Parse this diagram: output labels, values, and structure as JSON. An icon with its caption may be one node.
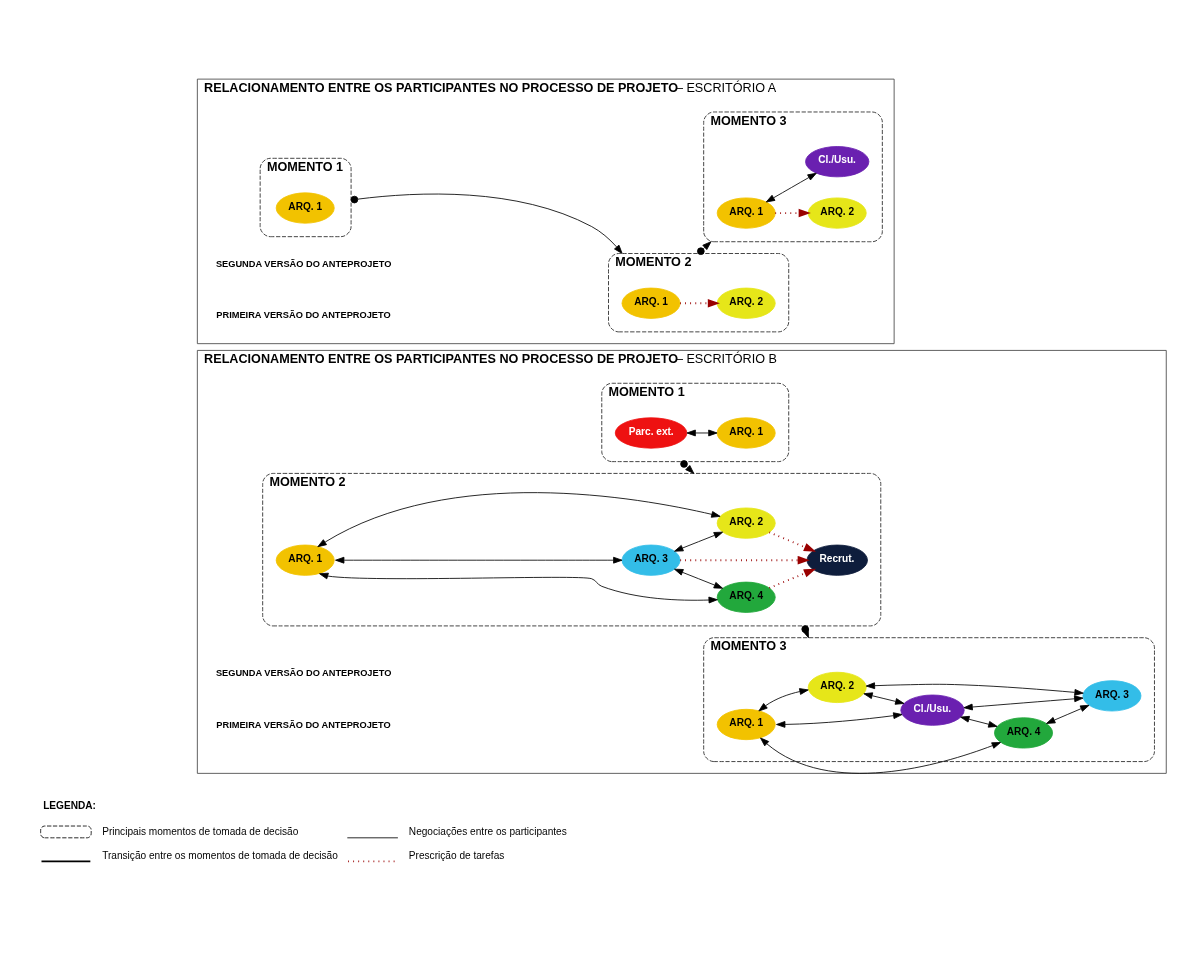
{
  "diagram": {
    "nodes": [
      {
        "text": [
          "**RELACIONAMENTO ENTRE OS PARTICIPANTES NO PROCESSO DE PROJETO**– ESCRITÓRIO A"
        ]
      },
      {
        "text": [
          "MOMENTO 1"
        ],
        "in": 0
      },
      {
        "text": [
          "ARQ. 1"
        ],
        "in": 1
      },
      {
        "text": [
          "MOMENTO 2"
        ],
        "in": 0
      },
      {
        "text": [
          "ARQ. 1"
        ],
        "in": 3
      },
      {
        "text": [
          "ARQ. 2"
        ],
        "in": 3
      },
      {
        "text": [
          "MOMENTO 3"
        ],
        "in": 0
      },
      {
        "text": [
          "ARQ. 1"
        ],
        "in": 6
      },
      {
        "text": [
          "ARQ. 2"
        ],
        "in": 6
      },
      {
        "text": [
          "Cl./Usu."
        ],
        "in": 6
      },
      {
        "text": [
          "**RELACIONAMENTO ENTRE OS PARTICIPANTES NO PROCESSO DE PROJETO**– ESCRITÓRIO B"
        ]
      },
      {
        "text": [
          "MOMENTO 1"
        ],
        "in": 10
      },
      {
        "text": [
          "Parc. ext."
        ],
        "in": 11
      },
      {
        "text": [
          "ARQ. 1"
        ],
        "in": 11
      },
      {
        "text": [
          "MOMENTO 2"
        ],
        "in": 10
      },
      {
        "text": [
          "ARQ. 2"
        ],
        "in": 14
      },
      {
        "text": [
          "ARQ. 1"
        ],
        "in": 14
      },
      {
        "text": [
          "ARQ. 3"
        ],
        "in": 14
      },
      {
        "text": [
          "Recrut."
        ],
        "in": 14
      },
      {
        "text": [
          "ARQ. 4"
        ],
        "in": 14
      },
      {
        "text": [
          "MOMENTO 3"
        ],
        "in": 10
      },
      {
        "text": [
          "ARQ. 2"
        ],
        "in": 20
      },
      {
        "text": [
          "Cl./Usu."
        ],
        "in": 20
      },
      {
        "text": [
          "ARQ. 1"
        ],
        "in": 20
      },
      {
        "text": [
          "ARQ. 3"
        ],
        "in": 20
      },
      {
        "text": [
          "ARQ. 4"
        ],
        "in": 20
      }
    ],
    "edges": [
      {
        "from": 1,
        "to": 3,
        "arrow": "to"
      },
      {
        "from": 4,
        "to": 5,
        "arrow": "to",
        "style": "dashed",
        "color": "#990000"
      },
      {
        "from": 3,
        "to": 6,
        "arrow": "to"
      },
      {
        "from": 7,
        "to": 8,
        "arrow": "to",
        "style": "dashed",
        "color": "#990000"
      },
      {
        "from": 7,
        "to": 9,
        "arrow": "both"
      },
      {
        "from": 11,
        "to": 14,
        "arrow": "to"
      },
      {
        "from": 12,
        "to": 13,
        "arrow": "both"
      },
      {
        "from": 16,
        "to": 15,
        "arrow": "both"
      },
      {
        "from": 16,
        "to": 17,
        "arrow": "both"
      },
      {
        "from": 16,
        "to": 19,
        "arrow": "both"
      },
      {
        "from": 17,
        "to": 15,
        "arrow": "both"
      },
      {
        "from": 17,
        "to": 19,
        "arrow": "both"
      },
      {
        "from": 15,
        "to": 18,
        "arrow": "to",
        "style": "dashed",
        "color": "#990000"
      },
      {
        "from": 17,
        "to": 18,
        "arrow": "to",
        "style": "dashed",
        "color": "#990000"
      },
      {
        "from": 19,
        "to": 18,
        "arrow": "to",
        "style": "dashed",
        "color": "#990000"
      },
      {
        "from": 14,
        "to": 20,
        "arrow": "to"
      },
      {
        "from": 23,
        "to": 21,
        "arrow": "both"
      },
      {
        "from": 23,
        "to": 22,
        "arrow": "both"
      },
      {
        "from": 23,
        "to": 25,
        "arrow": "both"
      },
      {
        "from": 21,
        "to": 22,
        "arrow": "both"
      },
      {
        "from": 21,
        "to": 24,
        "arrow": "both"
      },
      {
        "from": 22,
        "to": 24,
        "arrow": "both"
      },
      {
        "from": 22,
        "to": 25,
        "arrow": "both"
      },
      {
        "from": 25,
        "to": 24,
        "arrow": "both"
      }
    ],
    "labels": [
      "PRIMEIRA VERSÃO DO ANTEPROJETO",
      "SEGUNDA VERSÃO DO ANTEPROJETO",
      "PRIMEIRA VERSÃO DO ANTEPROJETO",
      "SEGUNDA VERSÃO DO ANTEPROJETO",
      "LEGENDA:"
    ],
    "legend": [
      {
        "text": "Principais momentos de tomada de decisão"
      },
      {
        "text": "Negociações entre os participantes"
      },
      {
        "text": "Transição entre os momentos de tomada de decisão"
      },
      {
        "text": "Prescrição de tarefas"
      }
    ]
  }
}
